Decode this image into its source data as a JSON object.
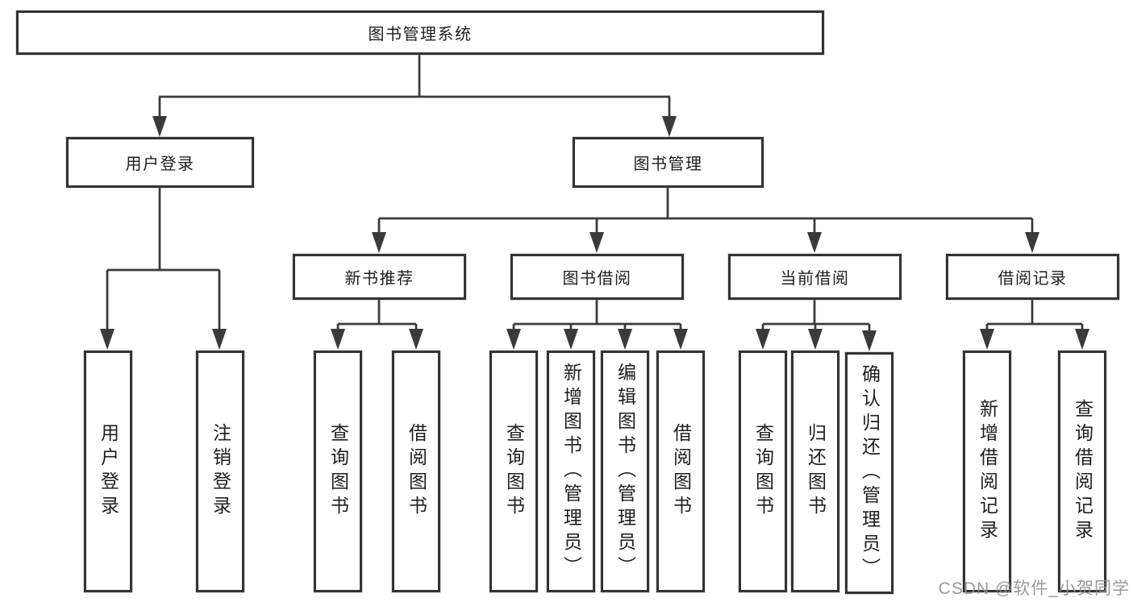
{
  "diagram": {
    "root": {
      "label": "图书管理系统"
    },
    "level2": [
      {
        "label": "用户登录"
      },
      {
        "label": "图书管理"
      }
    ],
    "level3": [
      {
        "label": "新书推荐"
      },
      {
        "label": "图书借阅"
      },
      {
        "label": "当前借阅"
      },
      {
        "label": "借阅记录"
      }
    ],
    "level4_groups": [
      {
        "parent": "用户登录",
        "leaves": [
          {
            "label": "用户登录"
          },
          {
            "label": "注销登录"
          }
        ]
      },
      {
        "parent": "新书推荐",
        "leaves": [
          {
            "label": "查询图书"
          },
          {
            "label": "借阅图书"
          }
        ]
      },
      {
        "parent": "图书借阅",
        "leaves": [
          {
            "label": "查询图书"
          },
          {
            "label": "新增图书（管理员）"
          },
          {
            "label": "编辑图书（管理员）"
          },
          {
            "label": "借阅图书"
          }
        ]
      },
      {
        "parent": "当前借阅",
        "leaves": [
          {
            "label": "查询图书"
          },
          {
            "label": "归还图书"
          },
          {
            "label": "确认归还（管理员）"
          }
        ]
      },
      {
        "parent": "借阅记录",
        "leaves": [
          {
            "label": "新增借阅记录"
          },
          {
            "label": "查询借阅记录"
          }
        ]
      }
    ]
  },
  "watermark": {
    "text": "CSDN @软件_小贺同学"
  },
  "colors": {
    "line": "#3a3a3a",
    "border": "#333333",
    "text": "#1e1e1e",
    "watermark": "#8f8f8f",
    "background": "#ffffff"
  }
}
